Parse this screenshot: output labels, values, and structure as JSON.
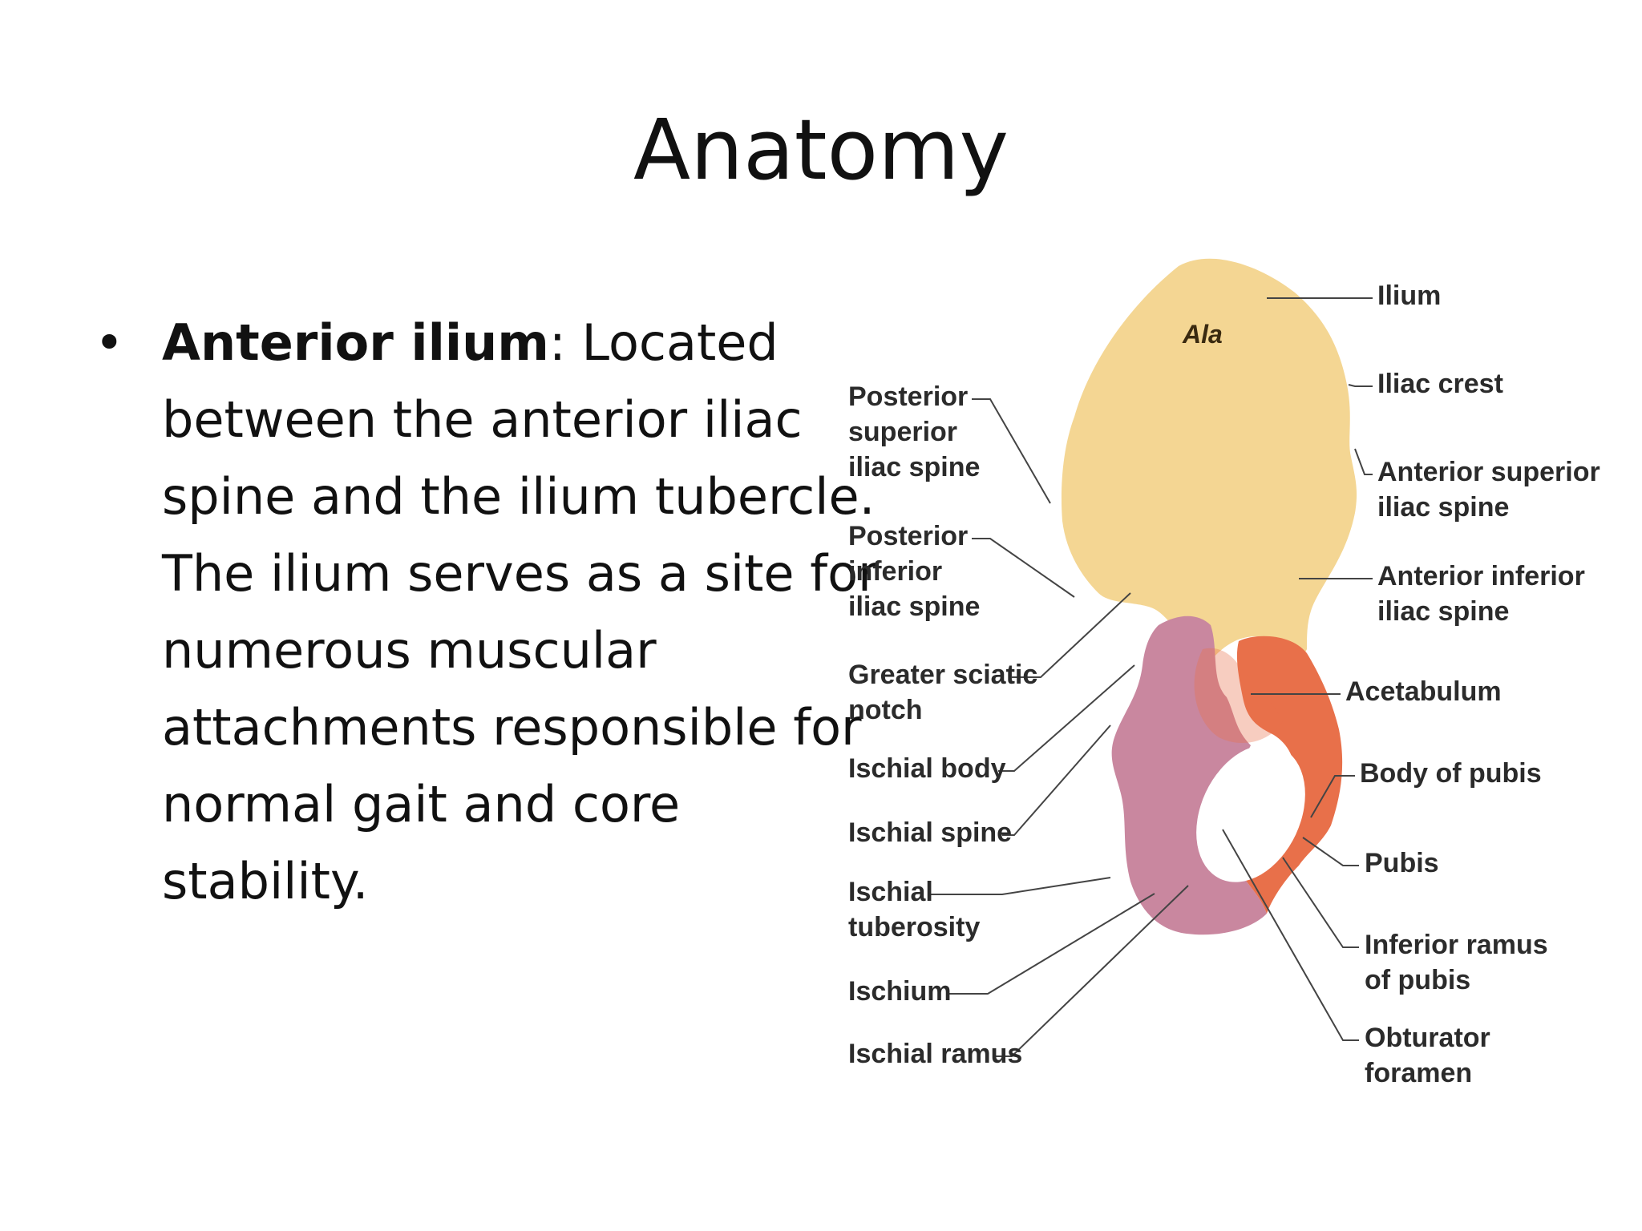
{
  "slide": {
    "title": "Anatomy",
    "bullet": {
      "term": "Anterior ilium",
      "text": ": Located between the anterior iliac spine and the ilium tubercle. The ilium serves as a site for numerous muscular attachments responsible for normal gait and core stability."
    }
  },
  "diagram": {
    "region_label": "Ala",
    "left_labels": [
      [
        "Posterior",
        "superior",
        "iliac spine"
      ],
      [
        "Posterior",
        "inferior",
        "iliac spine"
      ],
      [
        "Greater sciatic",
        "notch"
      ],
      [
        "Ischial body"
      ],
      [
        "Ischial spine"
      ],
      [
        "Ischial",
        "tuberosity"
      ],
      [
        "Ischium"
      ],
      [
        "Ischial ramus"
      ]
    ],
    "right_labels": [
      [
        "Ilium"
      ],
      [
        "Iliac crest"
      ],
      [
        "Anterior superior",
        "iliac spine"
      ],
      [
        "Anterior inferior",
        "iliac spine"
      ],
      [
        "Acetabulum"
      ],
      [
        "Body of pubis"
      ],
      [
        "Pubis"
      ],
      [
        "Inferior ramus",
        "of pubis"
      ],
      [
        "Obturator",
        "foramen"
      ]
    ],
    "colors": {
      "ilium": "#f4d693",
      "ischium": "#c9879f",
      "pubis": "#e8704a",
      "leader_line": "#444444"
    }
  }
}
